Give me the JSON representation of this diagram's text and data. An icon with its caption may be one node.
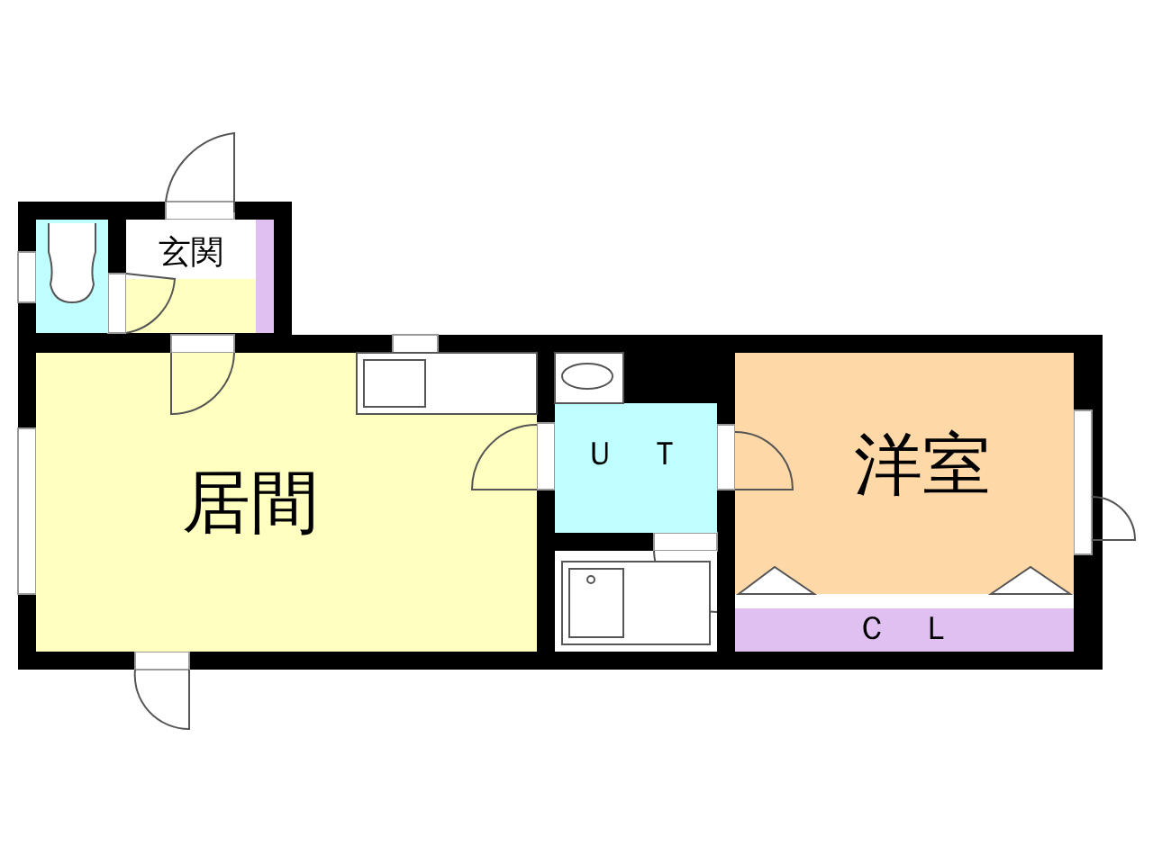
{
  "diagram": {
    "nodes": [
      {
        "text": [
          "玄関"
        ]
      },
      {
        "text": [
          "居間"
        ]
      },
      {
        "text": [
          "ＵＴ"
        ]
      },
      {
        "text": [
          "洋室"
        ]
      },
      {
        "text": [
          "ＣＬ"
        ]
      }
    ]
  }
}
